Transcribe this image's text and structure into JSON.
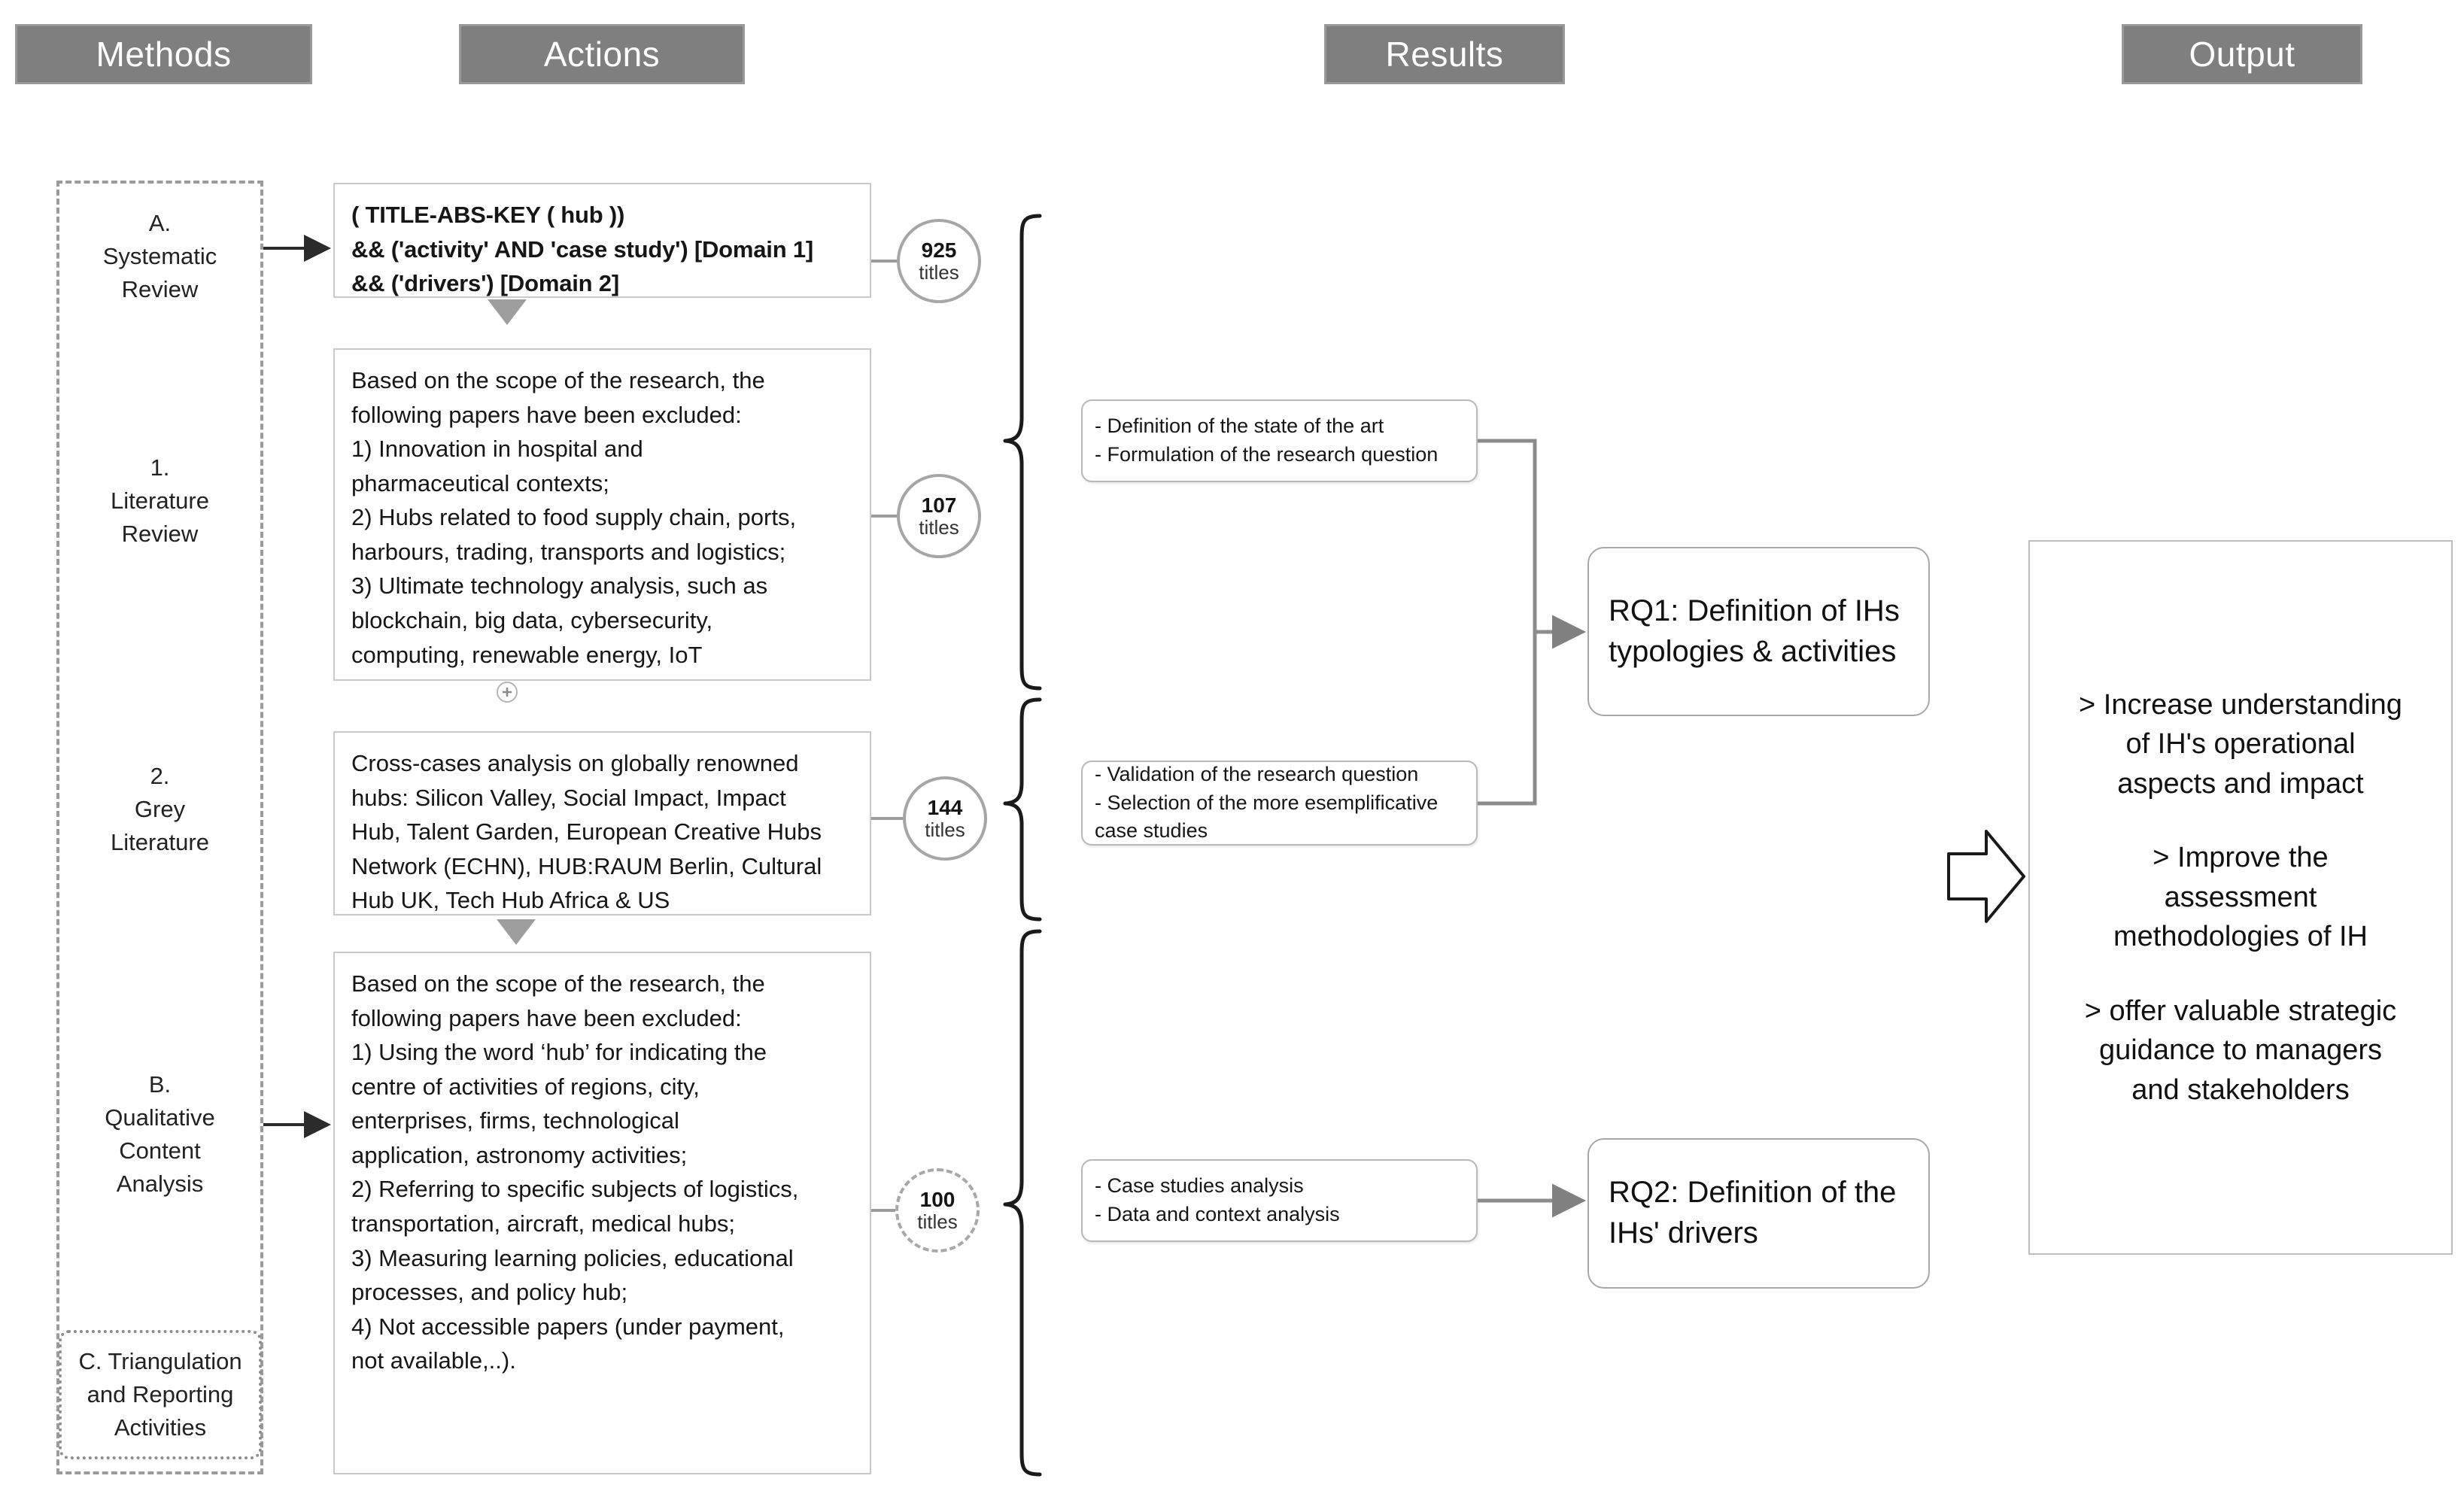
{
  "headers": [
    {
      "label": "Methods"
    },
    {
      "label": "Actions"
    },
    {
      "label": "Results"
    },
    {
      "label": "Output"
    }
  ],
  "methods": {
    "items": [
      {
        "label": "A.\nSystematic\nReview"
      },
      {
        "label": "1.\nLiterature\nReview"
      },
      {
        "label": "2.\nGrey\nLiterature"
      },
      {
        "label": "B.\nQualitative\nContent\nAnalysis"
      }
    ],
    "triangulation": {
      "label": "C. Triangulation\nand Reporting\nActivities"
    }
  },
  "actions": [
    {
      "name": "search-query",
      "text": "( TITLE-ABS-KEY ( hub ))\n&& ('activity' AND 'case study') [Domain 1]\n&& ('drivers') [Domain 2]"
    },
    {
      "name": "literature-exclusions",
      "text": "Based on the scope of the research, the\nfollowing papers have been excluded:\n1) Innovation in hospital and\npharmaceutical contexts;\n2) Hubs related to food supply chain, ports,\nharbours, trading, transports and logistics;\n3) Ultimate technology analysis, such as\nblockchain, big data, cybersecurity,\ncomputing, renewable energy, IoT"
    },
    {
      "name": "cross-case-analysis",
      "text": "Cross-cases analysis on globally renowned\nhubs: Silicon Valley, Social Impact, Impact\nHub, Talent Garden, European Creative Hubs\nNetwork (ECHN), HUB:RAUM Berlin, Cultural\nHub UK, Tech Hub Africa & US"
    },
    {
      "name": "grey-literature-exclusions",
      "text": "Based on the scope of the research, the\nfollowing papers have been excluded:\n1) Using the word ‘hub’ for indicating the\ncentre of activities of regions, city,\nenterprises, firms, technological\napplication, astronomy activities;\n2) Referring to specific subjects of logistics,\ntransportation, aircraft, medical hubs;\n3) Measuring learning policies, educational\nprocesses, and policy hub;\n4) Not accessible papers (under payment,\nnot available,..)."
    }
  ],
  "counts": [
    {
      "number": "925",
      "unit": "titles",
      "style": "solid"
    },
    {
      "number": "107",
      "unit": "titles",
      "style": "solid"
    },
    {
      "number": "144",
      "unit": "titles",
      "style": "solid"
    },
    {
      "number": "100",
      "unit": "titles",
      "style": "dashed"
    }
  ],
  "results": [
    {
      "name": "state-of-the-art",
      "text": "- Definition of the state of the art\n- Formulation of the research question"
    },
    {
      "name": "validation",
      "text": "- Validation of the research question\n- Selection of the more esemplificative\ncase studies"
    },
    {
      "name": "case-analysis",
      "text": "- Case studies analysis\n- Data and context analysis"
    }
  ],
  "research_questions": [
    {
      "name": "rq1",
      "text": "RQ1: Definition of IHs\ntypologies & activities"
    },
    {
      "name": "rq2",
      "text": "RQ2: Definition of the\nIHs' drivers"
    }
  ],
  "output": {
    "lines": [
      "> Increase understanding\nof IH's operational\naspects and impact",
      "> Improve the\nassessment\nmethodologies of IH",
      "> offer valuable strategic\nguidance to managers\nand stakeholders"
    ]
  },
  "colors": {
    "header_fill": "#7f7f7f",
    "header_border": "#9a9a9a",
    "box_border": "#c9c9c9",
    "circle_border": "#a6a6a6",
    "arrow": "#7f7f7f",
    "brace": "#1a1a1a"
  }
}
